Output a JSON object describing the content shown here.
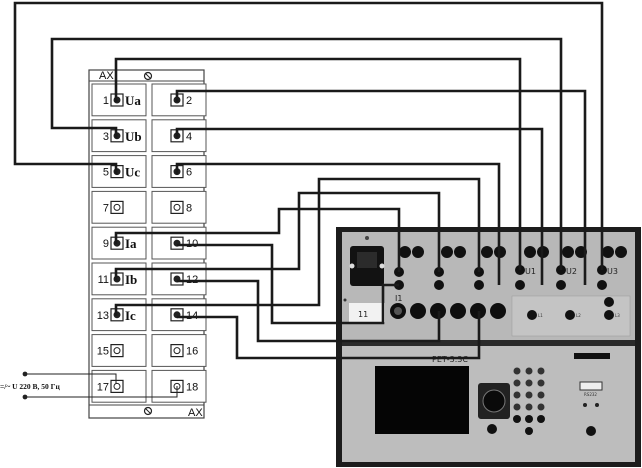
{
  "terminal_block": {
    "header_label": "AX",
    "footer_label": "AX",
    "terminals": [
      {
        "num": "1",
        "signal": "Ua"
      },
      {
        "num": "2",
        "signal": ""
      },
      {
        "num": "3",
        "signal": "Ub"
      },
      {
        "num": "4",
        "signal": ""
      },
      {
        "num": "5",
        "signal": "Uc"
      },
      {
        "num": "6",
        "signal": ""
      },
      {
        "num": "7",
        "signal": ""
      },
      {
        "num": "8",
        "signal": ""
      },
      {
        "num": "9",
        "signal": "Ia"
      },
      {
        "num": "10",
        "signal": ""
      },
      {
        "num": "11",
        "signal": "Ib"
      },
      {
        "num": "12",
        "signal": ""
      },
      {
        "num": "13",
        "signal": "Ic"
      },
      {
        "num": "14",
        "signal": ""
      },
      {
        "num": "15",
        "signal": ""
      },
      {
        "num": "16",
        "signal": ""
      },
      {
        "num": "17",
        "signal": ""
      },
      {
        "num": "18",
        "signal": ""
      }
    ]
  },
  "power_supply": {
    "label": "=/~ U  220 В, 50 Гц"
  },
  "device": {
    "model_label": "РЕТ-3.3С",
    "fuse_label": "11",
    "voltage_outputs": [
      "U1",
      "U2",
      "U3"
    ],
    "current_group_label": "I1",
    "sub_labels": [
      "L1",
      "L2",
      "L3"
    ],
    "port_label": "RS232"
  },
  "colors": {
    "wire": "#1a1a1a",
    "panel": "#b9b9b9",
    "panel_frame": "#202020",
    "screen": "#050505",
    "block_bg": "#ffffff",
    "block_border": "#444444"
  }
}
